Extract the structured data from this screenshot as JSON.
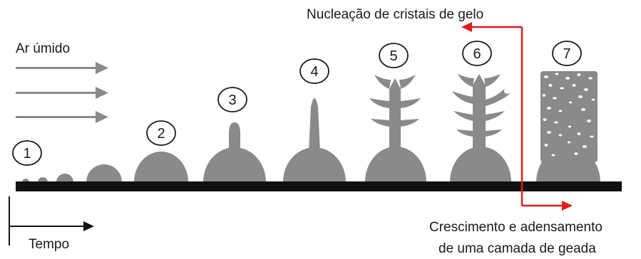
{
  "labels": {
    "humid_air": "Ar úmido",
    "nucleation": "Nucleação de cristais de gelo",
    "growth_line1": "Crescimento e adensamento",
    "growth_line2": "de uma camada de geada",
    "time": "Tempo"
  },
  "stages": [
    "1",
    "2",
    "3",
    "4",
    "5",
    "6",
    "7"
  ],
  "colors": {
    "frost": "#8a8a8a",
    "surface": "#111111",
    "arrow_air": "#8a8a8a",
    "arrow_red": "#e21b1b",
    "text": "#1a1a1a"
  }
}
